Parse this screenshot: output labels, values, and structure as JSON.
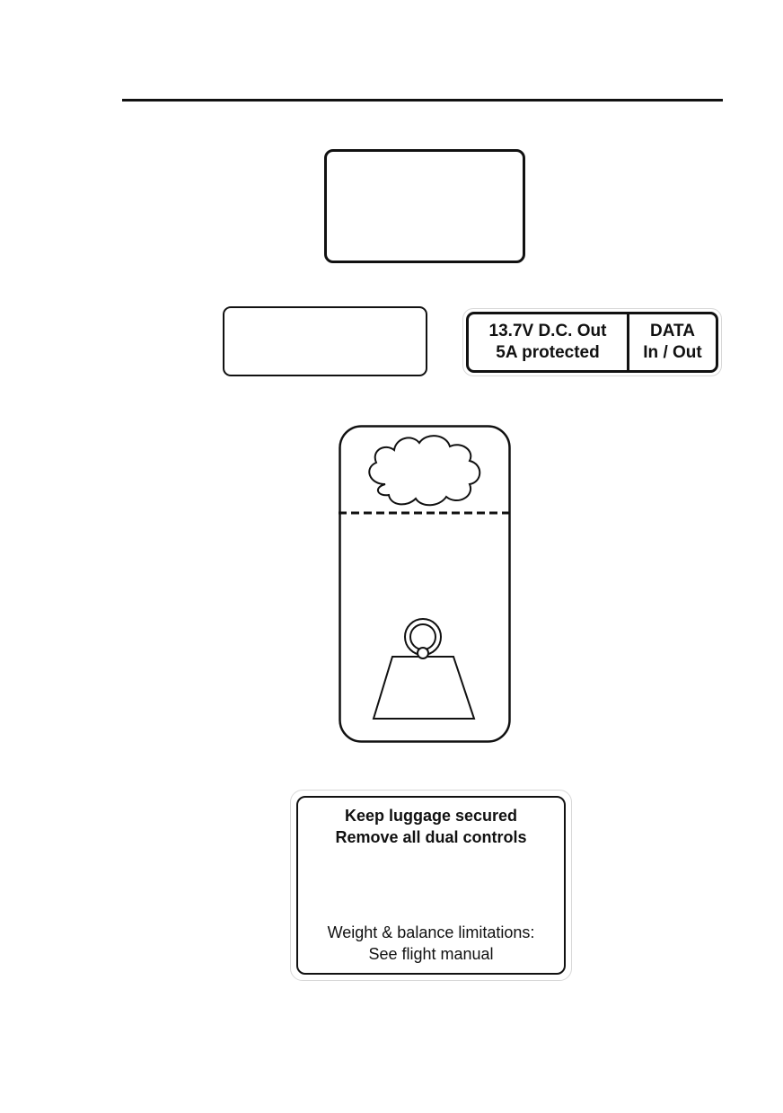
{
  "socket_placard": {
    "power_line1": "13.7V D.C. Out",
    "power_line2": "5A protected",
    "data_line1": "DATA",
    "data_line2": "In / Out"
  },
  "luggage_placard": {
    "warning_line1": "Keep luggage secured",
    "warning_line2": "Remove all dual controls",
    "note_line1": "Weight & balance limitations:",
    "note_line2": "See flight manual"
  },
  "icons": [
    "cloud-icon",
    "weight-icon"
  ],
  "colors": {
    "ink": "#111111",
    "background": "#ffffff"
  }
}
